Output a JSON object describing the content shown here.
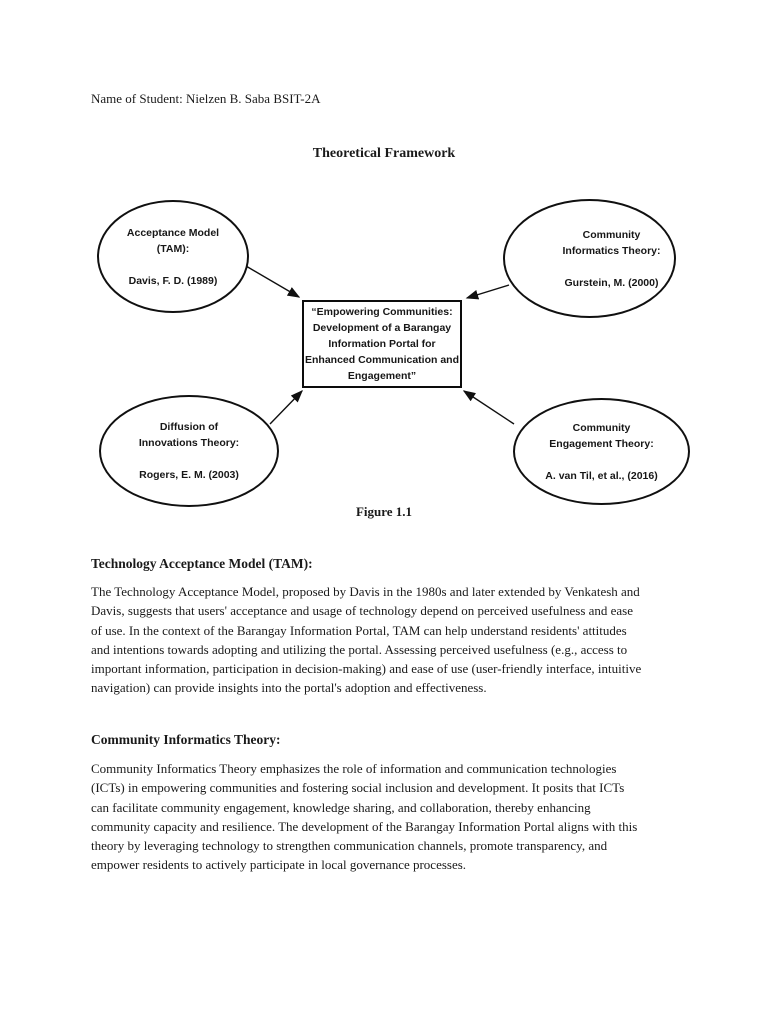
{
  "page": {
    "student_line": "Name of Student: Nielzen B. Saba BSIT-2A",
    "title": "Theoretical Framework",
    "figure_caption": "Figure 1.1"
  },
  "diagram": {
    "line_color": "#1a1a1a",
    "center_box_lines": [
      "“Empowering Communities:",
      "Development of a Barangay",
      "Information Portal for",
      "Enhanced Communication and",
      "Engagement”"
    ],
    "nodes": [
      {
        "id": "technology-acceptance-model",
        "lines": [
          "Acceptance Model",
          "(TAM):",
          "",
          "Davis, F. D. (1989)"
        ]
      },
      {
        "id": "community-informatics-theory",
        "lines": [
          "Community",
          "Informatics Theory:",
          "",
          "Gurstein, M. (2000)"
        ]
      },
      {
        "id": "diffusion-of-innovations-theory",
        "lines": [
          "Diffusion of",
          "Innovations Theory:",
          "",
          "Rogers, E. M. (2003)"
        ]
      },
      {
        "id": "community-engagement-theory",
        "lines": [
          "Community",
          "Engagement Theory:",
          "",
          "A. van Til, et al., (2016)"
        ]
      }
    ]
  },
  "sections": [
    {
      "heading": "Technology Acceptance Model (TAM):",
      "paragraph_lines": [
        "The Technology Acceptance Model, proposed by Davis in the 1980s and later extended by Venkatesh and",
        "Davis, suggests that users' acceptance and usage of technology depend on perceived usefulness and ease",
        "of use. In the context of the Barangay Information Portal, TAM can help understand residents' attitudes",
        "and intentions towards adopting and utilizing the portal. Assessing perceived usefulness (e.g., access to",
        "important information, participation in decision-making) and ease of use (user-friendly interface, intuitive",
        "navigation) can provide insights into the portal's adoption and effectiveness."
      ]
    },
    {
      "heading": "Community Informatics Theory:",
      "paragraph_lines": [
        "Community Informatics Theory emphasizes the role of information and communication technologies",
        "(ICTs) in empowering communities and fostering social inclusion and development. It posits that ICTs",
        "can facilitate community engagement, knowledge sharing, and collaboration, thereby enhancing",
        "community capacity and resilience. The development of the Barangay Information Portal aligns with this",
        "theory by leveraging technology to strengthen communication channels, promote transparency, and",
        "empower residents to actively participate in local governance processes."
      ]
    }
  ]
}
